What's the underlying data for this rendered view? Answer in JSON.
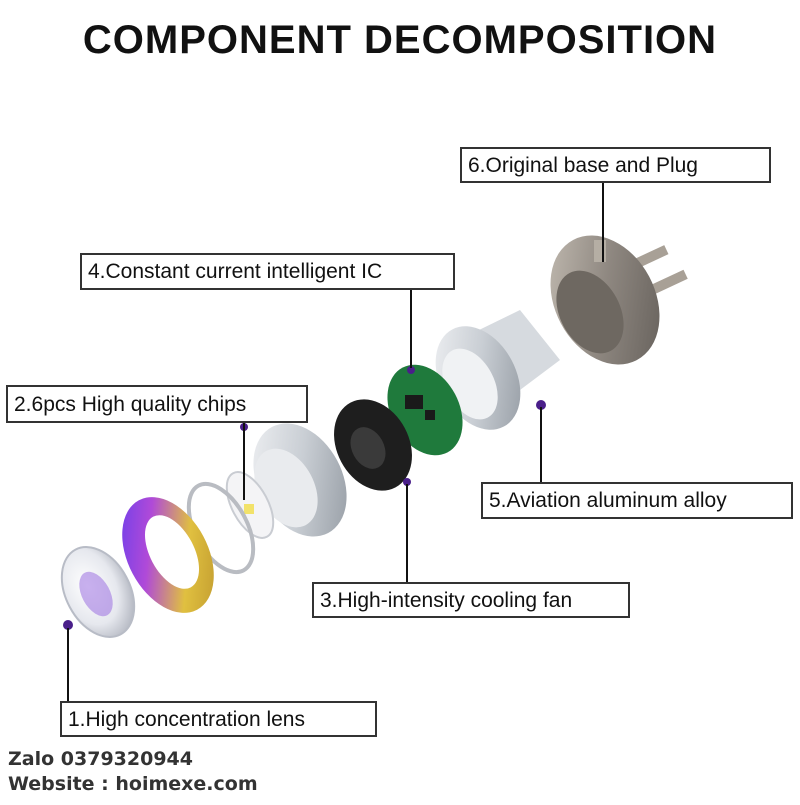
{
  "title": "COMPONENT DECOMPOSITION",
  "labels": {
    "lens": "1.High concentration lens",
    "chips": "2.6pcs High quality chips",
    "fan": "3.High-intensity cooling fan",
    "ic": "4.Constant current intelligent IC",
    "alloy": "5.Aviation aluminum alloy",
    "base": "6.Original base and Plug"
  },
  "footer": {
    "zalo": "Zalo 0379320944",
    "website": "Website : hoimexe.com"
  },
  "colors": {
    "text": "#111111",
    "label_border": "#333333",
    "pointer_dot": "#4a1f8a",
    "pcb_green": "#1f7a3c",
    "aluminum": "#d9dde2",
    "lens_ring_purple": "#7a3fd0",
    "lens_ring_gold": "#d8b43a"
  }
}
